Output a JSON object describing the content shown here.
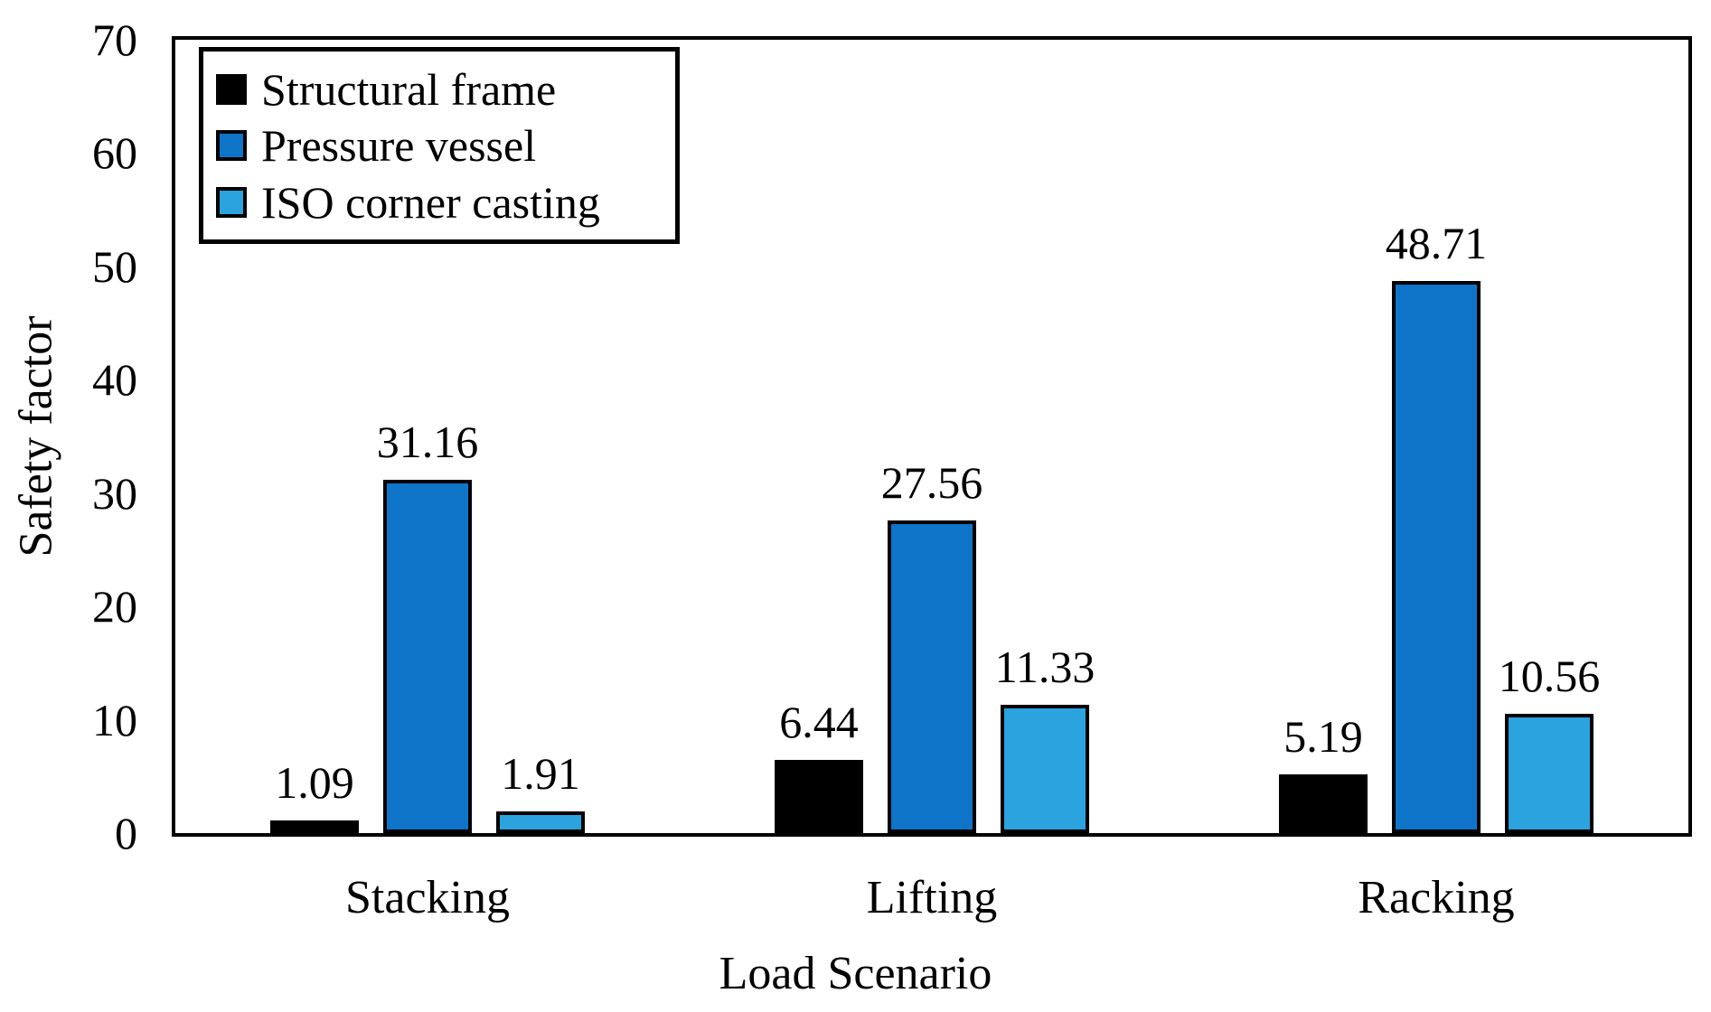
{
  "figure": {
    "background": "#ffffff",
    "axis_color": "#000000"
  },
  "chart_data": {
    "type": "bar",
    "title": "",
    "categories": [
      "Stacking",
      "Lifting",
      "Racking"
    ],
    "series": [
      {
        "name": "Structural frame",
        "color": "#000000",
        "values": [
          1.09,
          6.44,
          5.19
        ],
        "labels": [
          "1.09",
          "6.44",
          "5.19"
        ]
      },
      {
        "name": "Pressure vessel",
        "color": "#0e74c8",
        "values": [
          31.16,
          27.56,
          48.71
        ],
        "labels": [
          "31.16",
          "27.56",
          "48.71"
        ]
      },
      {
        "name": "ISO corner casting",
        "color": "#2ba3de",
        "values": [
          1.91,
          11.33,
          10.56
        ],
        "labels": [
          "1.91",
          "11.33",
          "10.56"
        ]
      }
    ],
    "xlabel": "Load Scenario",
    "ylabel": "Safety factor",
    "ylim": [
      0,
      70
    ],
    "yticks": [
      0,
      10,
      20,
      30,
      40,
      50,
      60,
      70
    ],
    "grid": false,
    "legend_position": "top-left",
    "value_labels": true
  }
}
